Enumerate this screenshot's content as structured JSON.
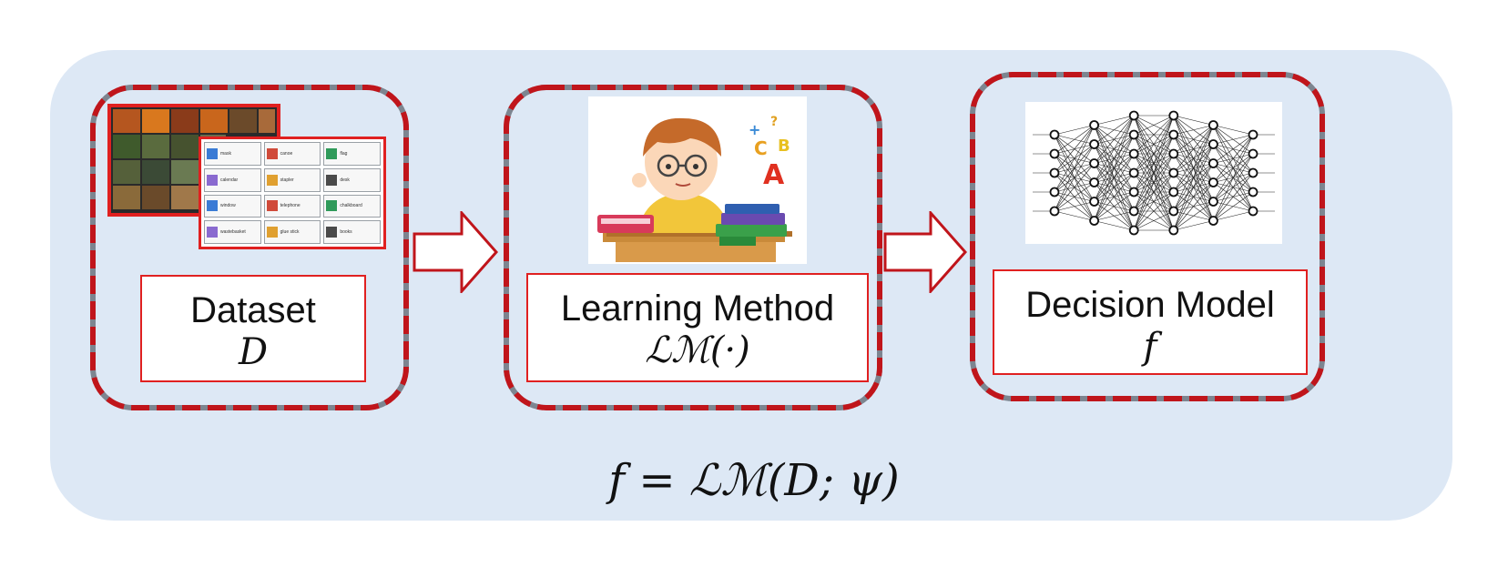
{
  "stages": [
    {
      "name": "Dataset",
      "symbol": "D"
    },
    {
      "name": "Learning Method",
      "symbol": "ℒℳ(·)"
    },
    {
      "name": "Decision Model",
      "symbol": "f"
    }
  ],
  "formula": "f = ℒℳ(D; ψ)",
  "learner_letters": [
    "+",
    "?",
    "C",
    "B",
    "A"
  ],
  "dataset_cards": {
    "labels": [
      [
        "mask",
        "canoe",
        "flag"
      ],
      [
        "calendar",
        "stapler",
        "desk"
      ],
      [
        "window",
        "telephone",
        "chalkboard"
      ],
      [
        "wastebasket",
        "glue stick",
        "books"
      ]
    ]
  },
  "colors": {
    "panel": "#dde8f5",
    "dash_red": "#c0151b",
    "dash_gray": "#7d8590",
    "box_border": "#e02020",
    "arrow": "#c0151b"
  }
}
